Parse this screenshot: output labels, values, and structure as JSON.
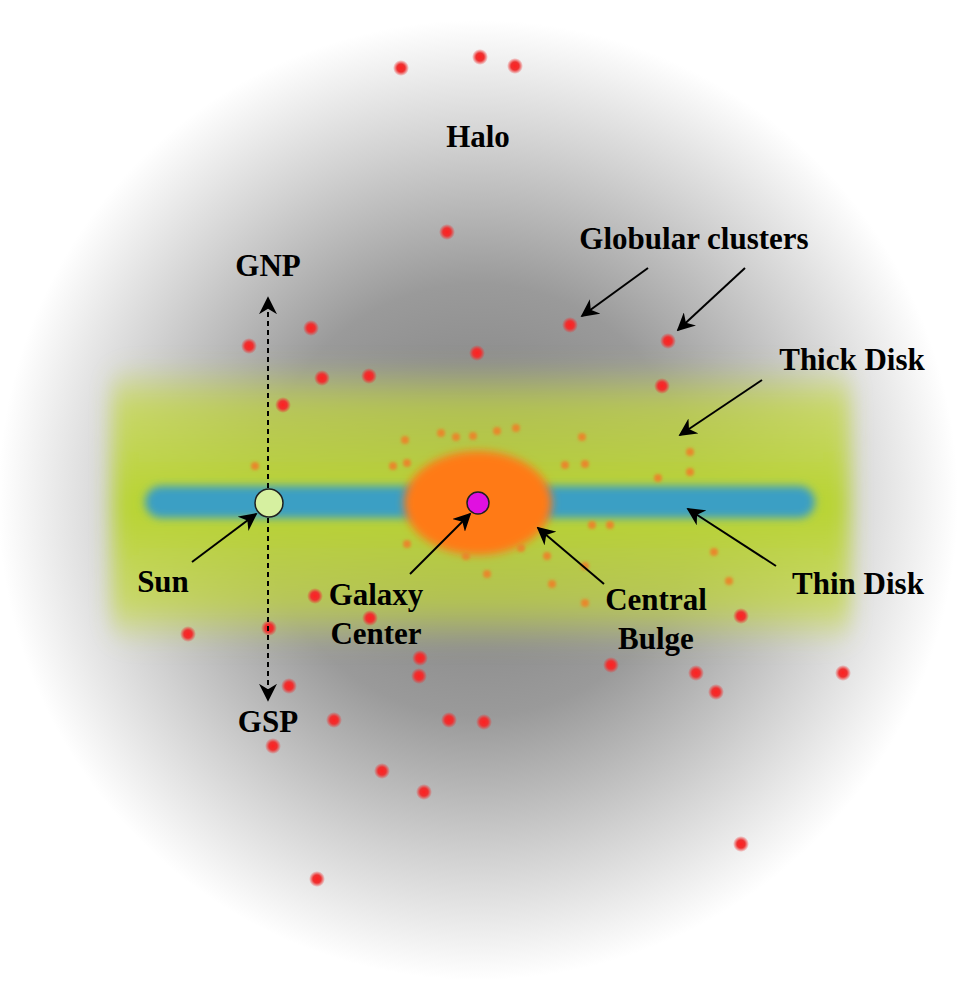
{
  "diagram": {
    "labels": [
      "Halo",
      "Globular clusters",
      "Thick Disk",
      "GNP",
      "Sun",
      "Galaxy Center",
      "Central Bulge",
      "Thin Disk",
      "GSP"
    ]
  }
}
